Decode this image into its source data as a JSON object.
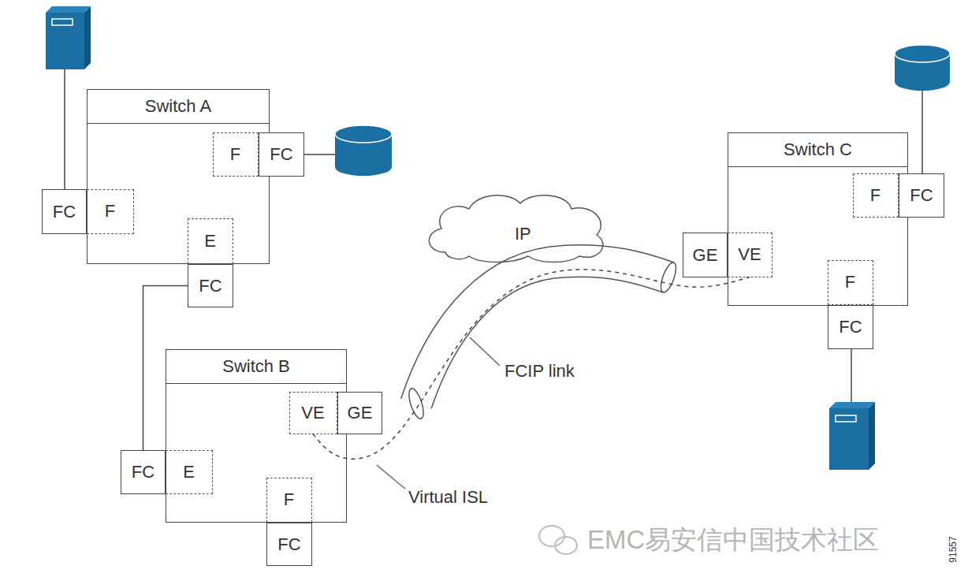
{
  "diagram": {
    "nodes": [
      {
        "text": [
          "Switch A"
        ]
      },
      {
        "text": [
          "F"
        ],
        "in": 0
      },
      {
        "text": [
          "FC"
        ]
      },
      {
        "text": [
          "FC"
        ]
      },
      {
        "text": [
          "F"
        ],
        "in": 0
      },
      {
        "text": [
          "E"
        ],
        "in": 0
      },
      {
        "text": [
          "FC"
        ]
      },
      {
        "text": [
          "Switch C"
        ]
      },
      {
        "text": [
          "F"
        ],
        "in": 7
      },
      {
        "text": [
          "FC"
        ]
      },
      {
        "text": [
          "IP"
        ]
      },
      {
        "text": [
          "GE"
        ]
      },
      {
        "text": [
          "VE"
        ],
        "in": 7
      },
      {
        "text": [
          "F"
        ],
        "in": 7
      },
      {
        "text": [
          "FC"
        ]
      },
      {
        "text": [
          "Switch B"
        ]
      },
      {
        "text": [
          "VE"
        ],
        "in": 15
      },
      {
        "text": [
          "GE"
        ]
      },
      {
        "text": [
          "FC"
        ]
      },
      {
        "text": [
          "E"
        ],
        "in": 15
      },
      {
        "text": [
          "F"
        ],
        "in": 15
      },
      {
        "text": [
          "FC"
        ]
      }
    ],
    "edges": [
      {
        "from": 6,
        "to": 18,
        "arrow": "none"
      },
      {
        "from": 16,
        "to": 12,
        "arrow": "none"
      }
    ],
    "labels": [
      "FCIP link",
      "Virtual ISL",
      "EMC易安信中国技术社区",
      "91557"
    ]
  }
}
